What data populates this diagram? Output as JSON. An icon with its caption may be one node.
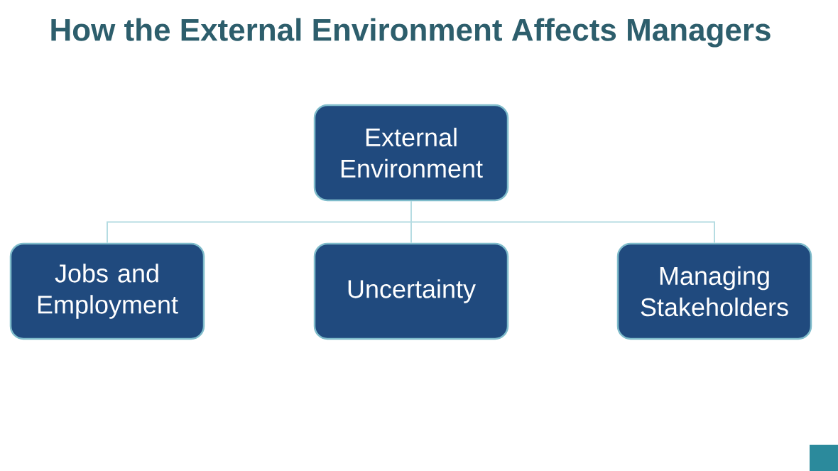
{
  "diagram": {
    "title": "How the External Environment Affects Managers",
    "nodes": [
      {
        "text": [
          "External Environment"
        ]
      },
      {
        "text": [
          "Jobs and Employment"
        ]
      },
      {
        "text": [
          "Uncertainty"
        ]
      },
      {
        "text": [
          "Managing Stakeholders"
        ]
      }
    ],
    "edges": [
      {
        "from": 0,
        "to": 1,
        "arrow": "none"
      },
      {
        "from": 0,
        "to": 2,
        "arrow": "none"
      },
      {
        "from": 0,
        "to": 3,
        "arrow": "none"
      }
    ]
  }
}
